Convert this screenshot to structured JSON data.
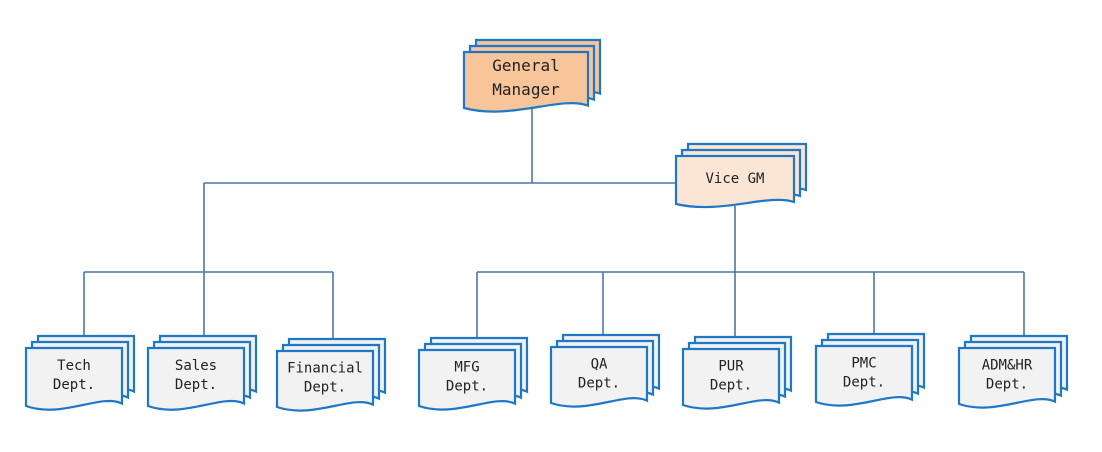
{
  "nodes": [
    {
      "id": "gm",
      "lines": [
        "General",
        "Manager"
      ],
      "fill": "#f8c49a"
    },
    {
      "id": "vgm",
      "lines": [
        "Vice GM"
      ],
      "fill": "#fbe6d6"
    },
    {
      "id": "tech",
      "lines": [
        "Tech",
        "Dept."
      ],
      "fill": "#f2f2f2"
    },
    {
      "id": "sales",
      "lines": [
        "Sales",
        "Dept."
      ],
      "fill": "#f2f2f2"
    },
    {
      "id": "fin",
      "lines": [
        "Financial",
        "Dept."
      ],
      "fill": "#f2f2f2"
    },
    {
      "id": "mfg",
      "lines": [
        "MFG",
        "Dept."
      ],
      "fill": "#f2f2f2"
    },
    {
      "id": "qa",
      "lines": [
        "QA",
        "Dept."
      ],
      "fill": "#f2f2f2"
    },
    {
      "id": "pur",
      "lines": [
        "PUR",
        "Dept."
      ],
      "fill": "#f2f2f2"
    },
    {
      "id": "pmc",
      "lines": [
        "PMC",
        "Dept."
      ],
      "fill": "#f2f2f2"
    },
    {
      "id": "admhr",
      "lines": [
        "ADM&HR",
        "Dept."
      ],
      "fill": "#f2f2f2"
    }
  ],
  "colors": {
    "line": "#4a77a8",
    "border": "#1f78c6",
    "text": "#222222"
  }
}
